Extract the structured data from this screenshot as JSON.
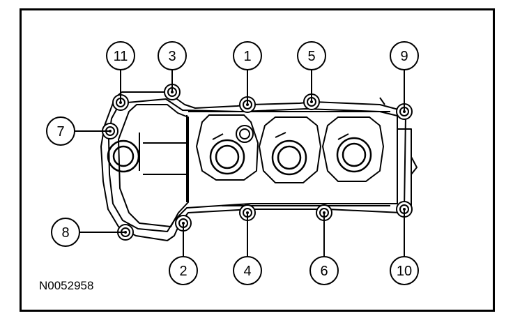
{
  "figure_id": "N0052958",
  "callouts": [
    {
      "label": "1"
    },
    {
      "label": "2"
    },
    {
      "label": "3"
    },
    {
      "label": "4"
    },
    {
      "label": "5"
    },
    {
      "label": "6"
    },
    {
      "label": "7"
    },
    {
      "label": "8"
    },
    {
      "label": "9"
    },
    {
      "label": "10"
    },
    {
      "label": "11"
    }
  ],
  "colors": {
    "line": "#000000",
    "background": "#ffffff"
  }
}
